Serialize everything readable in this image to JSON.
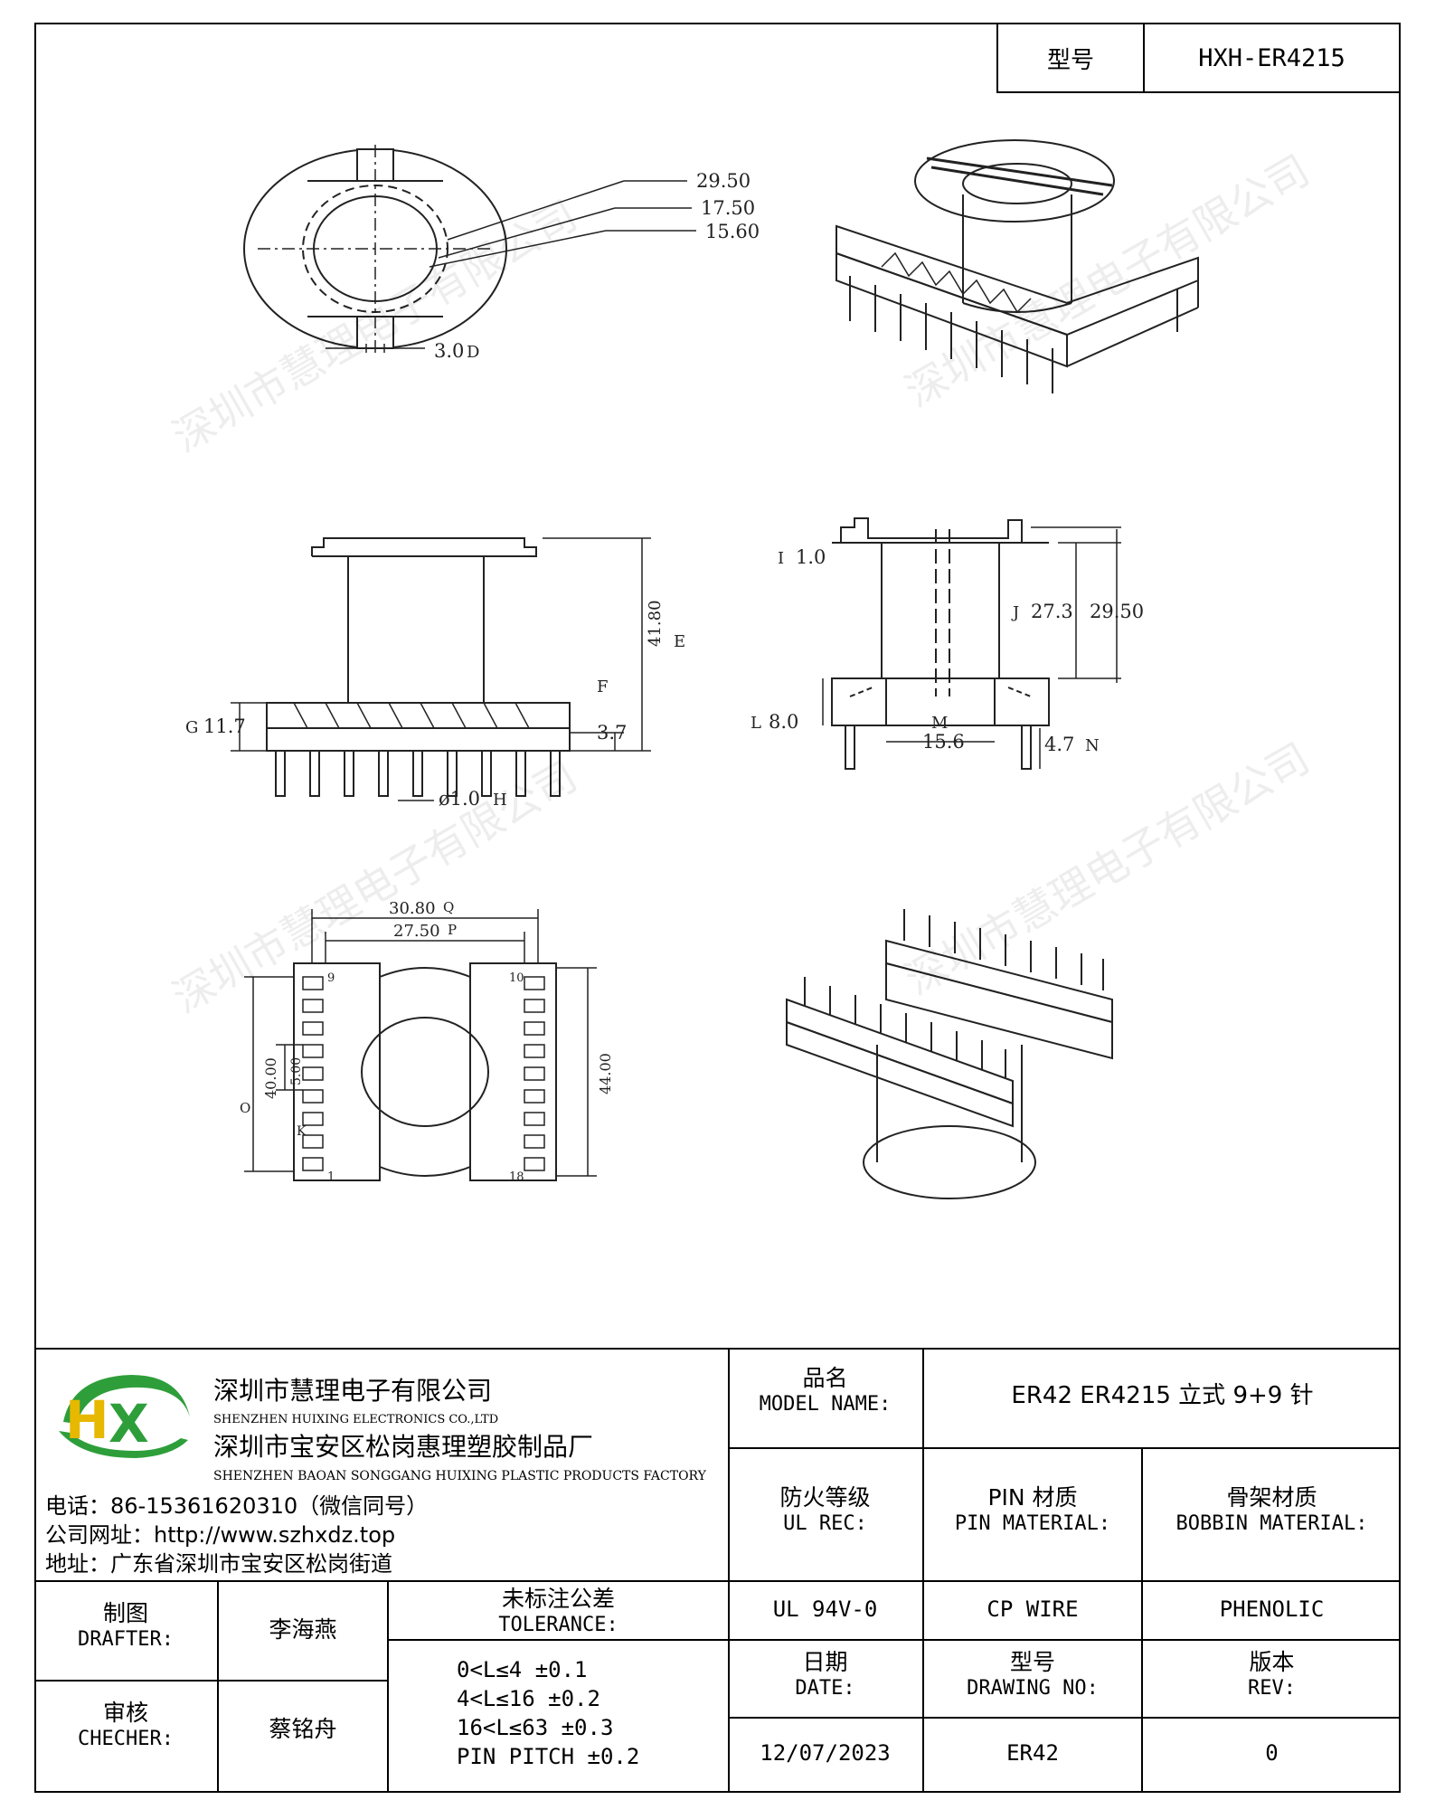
{
  "header": {
    "model_label": "型号",
    "model_value": "HXH-ER4215"
  },
  "watermark": "深圳市慧理电子有限公司",
  "drawing": {
    "top_view": {
      "d1": "29.50",
      "d2": "17.50",
      "d3": "15.60",
      "slot": "3.0",
      "slot_tag": "D"
    },
    "front_view": {
      "height": "41.80",
      "height_tag": "E",
      "pin_len": "3.7",
      "pin_tag": "F",
      "base": "11.7",
      "base_tag": "G",
      "pin_dia": "ø1.0",
      "pin_dia_tag": "H"
    },
    "side_view": {
      "flange": "1.0",
      "flange_tag": "I",
      "inner": "27.3",
      "inner_tag": "J",
      "outer": "29.50",
      "base_h": "8.0",
      "base_tag": "L",
      "center": "15.6",
      "center_tag": "M",
      "pin": "4.7",
      "pin_tag": "N"
    },
    "bottom_view": {
      "width_outer": "30.80",
      "width_outer_tag": "Q",
      "width_inner": "27.50",
      "width_inner_tag": "P",
      "len_left": "40.00",
      "len_left_tag": "O",
      "pitch": "5.00",
      "pitch_tag": "K",
      "len_right": "44.00",
      "pin_first": "1",
      "pin_9": "9",
      "pin_10": "10",
      "pin_18": "18"
    }
  },
  "company": {
    "logo_text": "HX",
    "name_cn": "深圳市慧理电子有限公司",
    "name_en": "SHENZHEN HUIXING ELECTRONICS CO.,LTD",
    "factory_cn": "深圳市宝安区松岗惠理塑胶制品厂",
    "factory_en": "SHENZHEN BAOAN SONGGANG HUIXING PLASTIC PRODUCTS FACTORY",
    "phone": "电话：86-15361620310（微信同号）",
    "website": "公司网址：http://www.szhxdz.top",
    "address": "地址：广东省深圳市宝安区松岗街道"
  },
  "title_block": {
    "model_name_cn": "品名",
    "model_name_en": "MODEL NAME:",
    "model_name_value": "ER42 ER4215 立式 9+9 针",
    "ul_cn": "防火等级",
    "ul_en": "UL REC:",
    "ul_value": "UL 94V-0",
    "pin_mat_cn": "PIN 材质",
    "pin_mat_en": "PIN MATERIAL:",
    "pin_mat_value": "CP WIRE",
    "bobbin_cn": "骨架材质",
    "bobbin_en": "BOBBIN MATERIAL:",
    "bobbin_value": "PHENOLIC",
    "drafter_cn": "制图",
    "drafter_en": "DRAFTER:",
    "drafter_value": "李海燕",
    "checker_cn": "审核",
    "checker_en": "CHECHER:",
    "checker_value": "蔡铭舟",
    "tol_cn": "未标注公差",
    "tol_en": "TOLERANCE:",
    "tol_lines": [
      "0<L≤4  ±0.1",
      "4<L≤16  ±0.2",
      "16<L≤63  ±0.3",
      "PIN PITCH  ±0.2"
    ],
    "date_cn": "日期",
    "date_en": "DATE:",
    "date_value": "12/07/2023",
    "drawing_no_cn": "型号",
    "drawing_no_en": "DRAWING NO:",
    "drawing_no_value": "ER42",
    "rev_cn": "版本",
    "rev_en": "REV:",
    "rev_value": "0"
  }
}
